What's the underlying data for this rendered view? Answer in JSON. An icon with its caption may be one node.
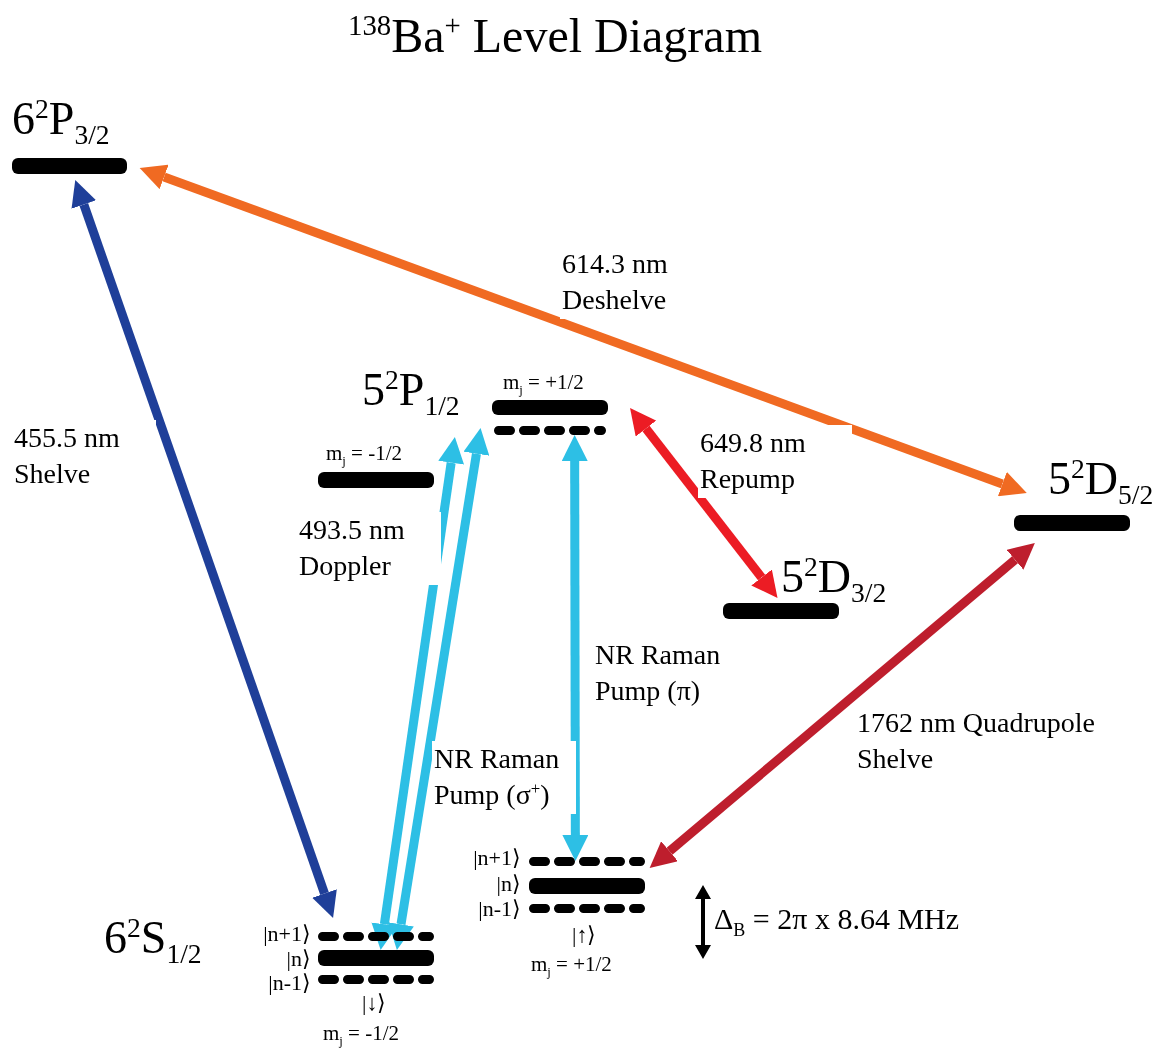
{
  "diagram": {
    "title": "$^{138}$Ba$^{+}$ Level Diagram",
    "nodes": [
      {
        "text": [
          "6$^{2}$P$_{3/2}$"
        ]
      },
      {
        "text": [
          "m$_{j}$ = +1/2"
        ]
      },
      {
        "text": [],
        "shape": "bar"
      },
      {
        "text": [
          "m$_{j}$ = -1/2"
        ]
      },
      {
        "text": [
          "5$^{2}$D$_{5/2}$"
        ]
      },
      {
        "text": [
          "5$^{2}$D$_{3/2}$"
        ]
      },
      {
        "text": [
          "|n+1⟩"
        ]
      },
      {
        "text": [
          "|n⟩"
        ]
      },
      {
        "text": [
          "|n-1⟩"
        ]
      },
      {
        "text": [
          "|n+1⟩"
        ]
      },
      {
        "text": [
          "|n⟩"
        ]
      },
      {
        "text": [
          "|n-1⟩"
        ]
      }
    ],
    "edges": [
      {
        "from": 0,
        "to": 9,
        "arrow": "both",
        "label": "455.5 nm Shelve",
        "color": "#1f3f99"
      },
      {
        "from": 0,
        "to": 4,
        "arrow": "both",
        "label": "614.3 nm Deshelve",
        "color": "#f06a22"
      },
      {
        "from": 1,
        "to": 5,
        "arrow": "both",
        "label": "649.8 nm Repump",
        "color": "#ec1c24"
      },
      {
        "from": 10,
        "to": 3,
        "arrow": "both",
        "label": "493.5 nm Doppler",
        "color": "#2dbfe5"
      },
      {
        "from": 10,
        "to": 2,
        "arrow": "both",
        "label": "NR Raman Pump (σ$^{+}$)",
        "color": "#2dbfe5"
      },
      {
        "from": 2,
        "to": 6,
        "arrow": "both",
        "label": "NR Raman Pump (π)",
        "color": "#2dbfe5"
      },
      {
        "from": 4,
        "to": 6,
        "arrow": "both",
        "label": "1762 nm Quadrupole Shelve",
        "color": "#be1e2d"
      }
    ],
    "labels": [
      "5$^{2}$P$_{1/2}$",
      "m$_{j}$ = +1/2",
      "|↑⟩",
      "6$^{2}$S$_{1/2}$",
      "|↓⟩",
      "m$_{j}$ = -1/2",
      "Δ$_{B}$ = 2π x 8.64 MHz"
    ]
  }
}
